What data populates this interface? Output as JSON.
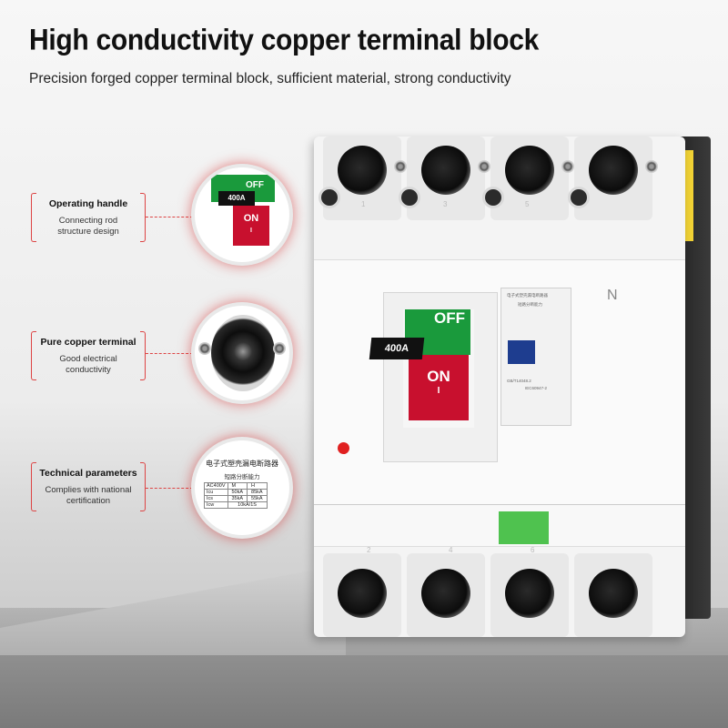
{
  "headline": "High conductivity copper terminal block",
  "subline": "Precision forged copper terminal block, sufficient material, strong conductivity",
  "callouts": [
    {
      "title": "Operating handle",
      "desc_line1": "Connecting rod",
      "desc_line2": "structure design"
    },
    {
      "title": "Pure copper terminal",
      "desc_line1": "Good electrical",
      "desc_line2": "conductivity"
    },
    {
      "title": "Technical parameters",
      "desc_line1": "Complies with national",
      "desc_line2": "certification"
    }
  ],
  "breaker": {
    "off_label": "OFF",
    "on_label": "ON",
    "on_sub": "I",
    "rating": "400A",
    "neutral_mark": "N",
    "top_numbers": [
      "1",
      "3",
      "5"
    ],
    "bottom_numbers": [
      "2",
      "4",
      "6"
    ],
    "panel_title": "电子式塑壳漏电断路器",
    "panel_subtitle": "短路分断能力",
    "panel_std1": "GB/T14048.2",
    "panel_std2": "IEC60947-2"
  },
  "spec_zoom": {
    "title": "电子式塑壳漏电断路器",
    "subtitle": "短路分断能力",
    "table": [
      [
        "AC400V",
        "M",
        "H"
      ],
      [
        "Icu",
        "50kA",
        "85kA"
      ],
      [
        "Ics",
        "35kA",
        "55kA"
      ],
      [
        "Icw",
        "10kA/1S",
        ""
      ]
    ]
  }
}
